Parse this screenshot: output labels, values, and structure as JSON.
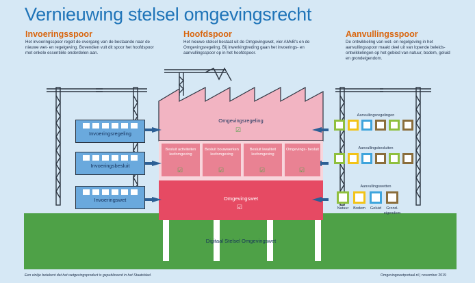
{
  "title": "Vernieuwing stelsel omgevingsrecht",
  "left": {
    "heading": "Invoeringsspoor",
    "text": "Het invoeringsspoor regelt de overgang van de bestaande naar de nieuwe wet- en regelgeving. Bovendien vult dit spoor het hoofdspoor met enkele essentiële onderdelen aan.",
    "wagons": [
      "Invoeringsregeling",
      "Invoeringsbesluit",
      "Invoeringswet"
    ]
  },
  "center": {
    "heading": "Hoofdspoor",
    "text": "Het nieuwe stelsel bestaat uit de Omgevingswet, vier AMvB's en de Omgevingsregeling. Bij inwerkingtreding gaan het invoerings- en aanvullingsspoor op in het hoofdspoor.",
    "top_floor": "Omgevingsregeling",
    "mid_boxes": [
      "Besluit activiteiten leefomgeving",
      "Besluit bouwwerken leefomgeving",
      "Besluit kwaliteit leefomgeving",
      "Omgevings- besluit"
    ],
    "bottom_floor": "Omgevingswet",
    "ground": "Digitaal Stelsel Omgevingswet"
  },
  "right": {
    "heading": "Aanvullingsspoor",
    "text": "De ontwikkeling van wet- en regelgeving in het aanvullingsspoor maakt deel uit van lopende beleids- ontwikkelingen op het gebied van natuur, bodem, geluid en grondeigendom.",
    "rows": [
      "Aanvullingsregelingen",
      "Aanvullingsbesluiten",
      "Aanvullingswetten"
    ],
    "topics": [
      "Natuur",
      "Bodem",
      "Geluid",
      "Grond- eigendom"
    ]
  },
  "footer": {
    "note": "Een vinkje betekent dat het wetgevingsproduct is gepubliceerd in het Staatsblad.",
    "source": "Omgevingswetportaal.nl | november 2019"
  },
  "colors": {
    "title": "#1f74b8",
    "heading": "#d9650d",
    "pink_light": "#f2b4c2",
    "pink_mid": "#e98293",
    "red": "#e64a63",
    "wagon": "#6aa9dd",
    "arrow": "#2c5f95",
    "grass": "#4ea147",
    "topic_colors": [
      "#8fbf3e",
      "#f2c318",
      "#3ea4dc",
      "#8a6d3b"
    ]
  }
}
